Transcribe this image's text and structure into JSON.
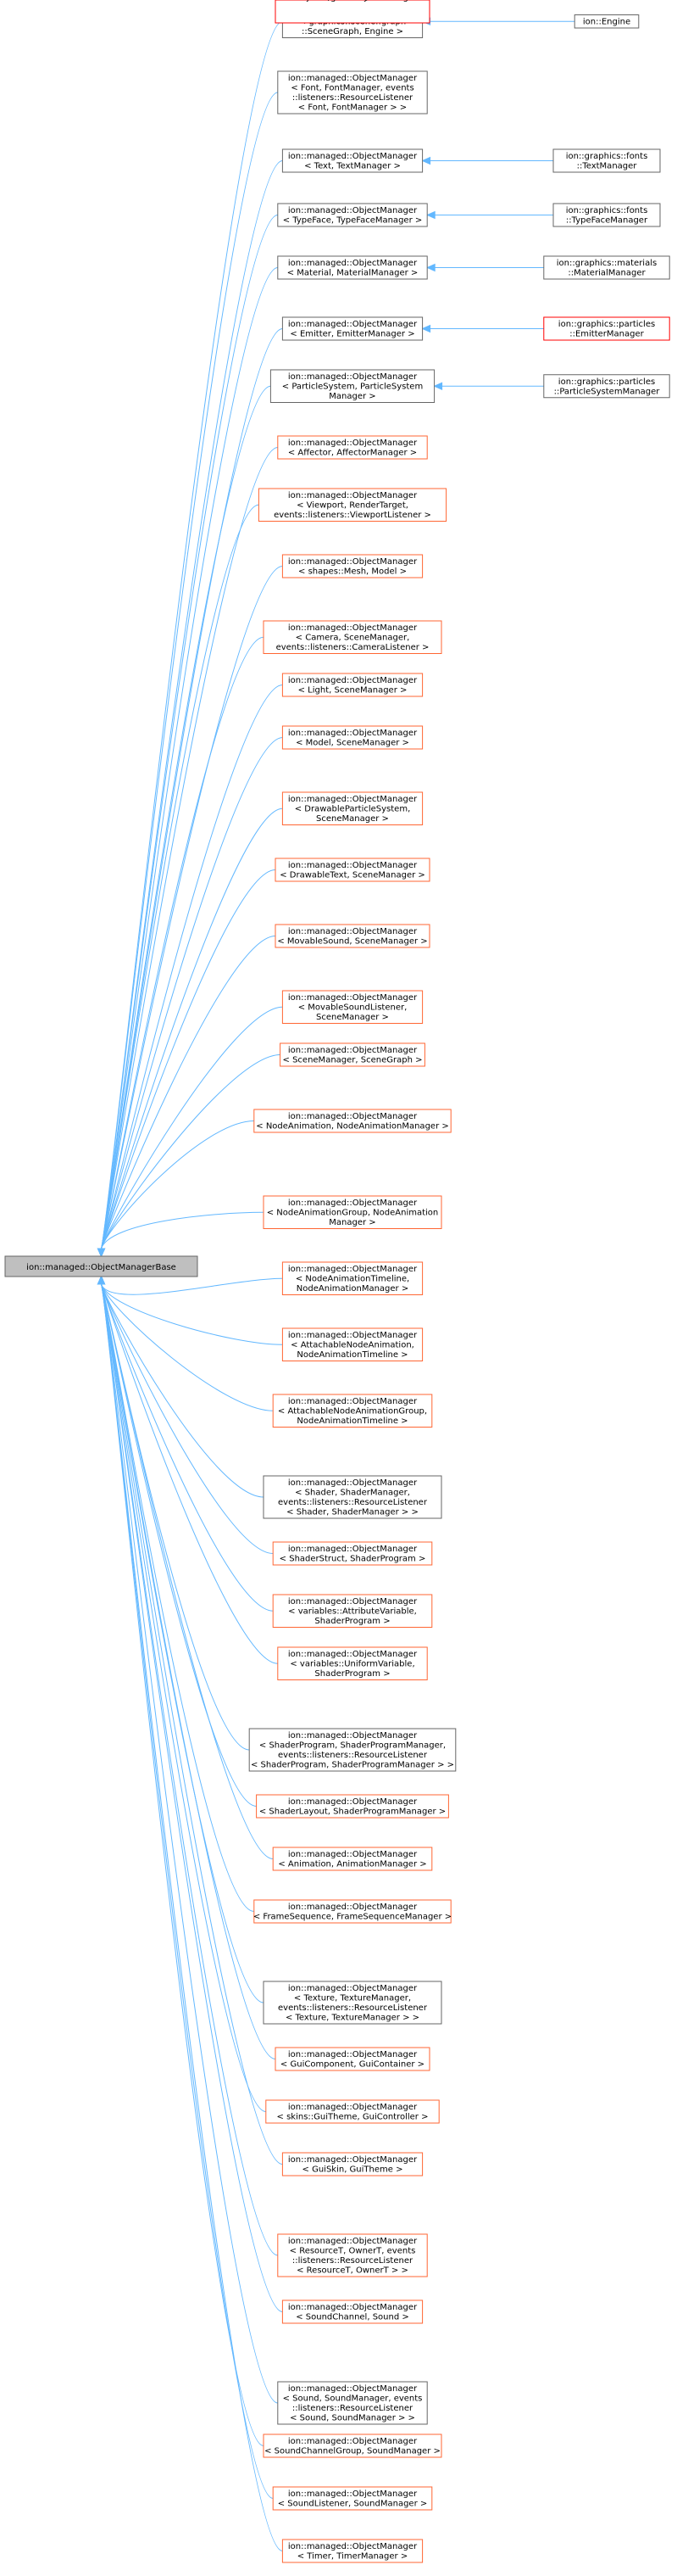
{
  "diagram": {
    "root": {
      "lines": [
        "ion::managed::ObjectManagerBase"
      ],
      "border": "#666666",
      "fill": "#bfbfbf"
    },
    "colors": {
      "edge": "#63b8ff",
      "border_gray": "#666666",
      "border_orange": "#ff6633",
      "border_red": "#ff0000"
    },
    "nodes": [
      {
        "id": "n1",
        "lines": [
          "ion::managed::ObjectManager",
          "< graphics::scene::graph",
          "::SceneGraph, Engine >"
        ],
        "border": "gray"
      },
      {
        "id": "n2",
        "lines": [
          "ion::managed::ObjectManager",
          "< Font, FontManager, events",
          "::listeners::ResourceListener",
          "< Font, FontManager > >"
        ],
        "border": "gray"
      },
      {
        "id": "n3",
        "lines": [
          "ion::managed::ObjectManager",
          "< Text, TextManager >"
        ],
        "border": "gray"
      },
      {
        "id": "n4",
        "lines": [
          "ion::managed::ObjectManager",
          "< TypeFace, TypeFaceManager >"
        ],
        "border": "gray"
      },
      {
        "id": "n5",
        "lines": [
          "ion::managed::ObjectManager",
          "< Material, MaterialManager >"
        ],
        "border": "gray"
      },
      {
        "id": "n6",
        "lines": [
          "ion::managed::ObjectManager",
          "< Emitter, EmitterManager >"
        ],
        "border": "gray"
      },
      {
        "id": "n7",
        "lines": [
          "ion::managed::ObjectManager",
          "< ParticleSystem, ParticleSystem",
          "Manager >"
        ],
        "border": "gray"
      },
      {
        "id": "n8",
        "lines": [
          "ion::managed::ObjectManager",
          "< Affector, AffectorManager >"
        ],
        "border": "orange"
      },
      {
        "id": "n9",
        "lines": [
          "ion::managed::ObjectManager",
          "< Viewport, RenderTarget,",
          "events::listeners::ViewportListener >"
        ],
        "border": "orange"
      },
      {
        "id": "n10",
        "lines": [
          "ion::managed::ObjectManager",
          "< shapes::Mesh, Model >"
        ],
        "border": "orange"
      },
      {
        "id": "n11",
        "lines": [
          "ion::managed::ObjectManager",
          "< Camera, SceneManager,",
          "events::listeners::CameraListener >"
        ],
        "border": "orange"
      },
      {
        "id": "n12",
        "lines": [
          "ion::managed::ObjectManager",
          "< Light, SceneManager >"
        ],
        "border": "orange"
      },
      {
        "id": "n13",
        "lines": [
          "ion::managed::ObjectManager",
          "< Model, SceneManager >"
        ],
        "border": "orange"
      },
      {
        "id": "n14",
        "lines": [
          "ion::managed::ObjectManager",
          "< DrawableParticleSystem,",
          "SceneManager >"
        ],
        "border": "orange"
      },
      {
        "id": "n15",
        "lines": [
          "ion::managed::ObjectManager",
          "< DrawableText, SceneManager >"
        ],
        "border": "orange"
      },
      {
        "id": "n16",
        "lines": [
          "ion::managed::ObjectManager",
          "< MovableSound, SceneManager >"
        ],
        "border": "orange"
      },
      {
        "id": "n17",
        "lines": [
          "ion::managed::ObjectManager",
          "< MovableSoundListener,",
          "SceneManager >"
        ],
        "border": "orange"
      },
      {
        "id": "n18",
        "lines": [
          "ion::managed::ObjectManager",
          "< SceneManager, SceneGraph >"
        ],
        "border": "orange"
      },
      {
        "id": "n19",
        "lines": [
          "ion::managed::ObjectManager",
          "< NodeAnimation, NodeAnimationManager >"
        ],
        "border": "orange"
      },
      {
        "id": "n20",
        "lines": [
          "ion::managed::ObjectManager",
          "< NodeAnimationGroup, NodeAnimation",
          "Manager >"
        ],
        "border": "orange"
      },
      {
        "id": "n21",
        "lines": [
          "ion::managed::ObjectManager",
          "< NodeAnimationTimeline,",
          "NodeAnimationManager >"
        ],
        "border": "orange"
      },
      {
        "id": "n22",
        "lines": [
          "ion::managed::ObjectManager",
          "< AttachableNodeAnimation,",
          "NodeAnimationTimeline >"
        ],
        "border": "orange"
      },
      {
        "id": "n23",
        "lines": [
          "ion::managed::ObjectManager",
          "< AttachableNodeAnimationGroup,",
          "NodeAnimationTimeline >"
        ],
        "border": "orange"
      },
      {
        "id": "n24",
        "lines": [
          "ion::managed::ObjectManager",
          "< Shader, ShaderManager,",
          "events::listeners::ResourceListener",
          "< Shader, ShaderManager > >"
        ],
        "border": "gray"
      },
      {
        "id": "n25",
        "lines": [
          "ion::managed::ObjectManager",
          "< ShaderStruct, ShaderProgram >"
        ],
        "border": "orange"
      },
      {
        "id": "n26",
        "lines": [
          "ion::managed::ObjectManager",
          "< variables::AttributeVariable,",
          "ShaderProgram >"
        ],
        "border": "orange"
      },
      {
        "id": "n27",
        "lines": [
          "ion::managed::ObjectManager",
          "< variables::UniformVariable,",
          "ShaderProgram >"
        ],
        "border": "orange"
      },
      {
        "id": "n28",
        "lines": [
          "ion::managed::ObjectManager",
          "< ShaderProgram, ShaderProgramManager,",
          "events::listeners::ResourceListener",
          "< ShaderProgram, ShaderProgramManager > >"
        ],
        "border": "gray"
      },
      {
        "id": "n29",
        "lines": [
          "ion::managed::ObjectManager",
          "< ShaderLayout, ShaderProgramManager >"
        ],
        "border": "orange"
      },
      {
        "id": "n30",
        "lines": [
          "ion::managed::ObjectManager",
          "< Animation, AnimationManager >"
        ],
        "border": "orange"
      },
      {
        "id": "n31",
        "lines": [
          "ion::managed::ObjectManager",
          "< FrameSequence, FrameSequenceManager >"
        ],
        "border": "orange"
      },
      {
        "id": "n32",
        "lines": [
          "ion::managed::ObjectManager",
          "< Texture, TextureManager,",
          "events::listeners::ResourceListener",
          "< Texture, TextureManager > >"
        ],
        "border": "gray"
      },
      {
        "id": "n33",
        "lines": [
          "ion::managed::ObjectManager",
          "< GuiComponent, GuiContainer >"
        ],
        "border": "orange"
      },
      {
        "id": "n34",
        "lines": [
          "ion::managed::ObjectManager",
          "< skins::GuiTheme, GuiController >"
        ],
        "border": "orange"
      },
      {
        "id": "n35",
        "lines": [
          "ion::managed::ObjectManager",
          "< GuiSkin, GuiTheme >"
        ],
        "border": "orange"
      },
      {
        "id": "n36",
        "lines": [
          "ion::managed::ObjectManager",
          "< ResourceT, OwnerT, events",
          "::listeners::ResourceListener",
          "< ResourceT, OwnerT > >"
        ],
        "border": "orange"
      },
      {
        "id": "n37",
        "lines": [
          "ion::managed::ObjectManager",
          "< SoundChannel, Sound >"
        ],
        "border": "orange"
      },
      {
        "id": "n38",
        "lines": [
          "ion::managed::ObjectManager",
          "< Sound, SoundManager, events",
          "::listeners::ResourceListener",
          "< Sound, SoundManager > >"
        ],
        "border": "gray"
      },
      {
        "id": "n39",
        "lines": [
          "ion::managed::ObjectManager",
          "< SoundChannelGroup, SoundManager >"
        ],
        "border": "orange"
      },
      {
        "id": "n40",
        "lines": [
          "ion::managed::ObjectManager",
          "< SoundListener, SoundManager >"
        ],
        "border": "orange"
      },
      {
        "id": "n41",
        "lines": [
          "ion::managed::ObjectManager",
          "< Timer, TimerManager >"
        ],
        "border": "orange"
      },
      {
        "id": "n42",
        "lines": [
          "ion::managed::ObjectManager",
          "< ObjectT, OwnerT, ListenerT >"
        ],
        "border": "red"
      }
    ],
    "children": [
      {
        "parent": "n1",
        "lines": [
          "ion::Engine"
        ],
        "border": "gray"
      },
      {
        "parent": "n3",
        "lines": [
          "ion::graphics::fonts",
          "::TextManager"
        ],
        "border": "gray"
      },
      {
        "parent": "n4",
        "lines": [
          "ion::graphics::fonts",
          "::TypeFaceManager"
        ],
        "border": "gray"
      },
      {
        "parent": "n5",
        "lines": [
          "ion::graphics::materials",
          "::MaterialManager"
        ],
        "border": "gray"
      },
      {
        "parent": "n6",
        "lines": [
          "ion::graphics::particles",
          "::EmitterManager"
        ],
        "border": "red"
      },
      {
        "parent": "n7",
        "lines": [
          "ion::graphics::particles",
          "::ParticleSystemManager"
        ],
        "border": "gray"
      }
    ]
  }
}
